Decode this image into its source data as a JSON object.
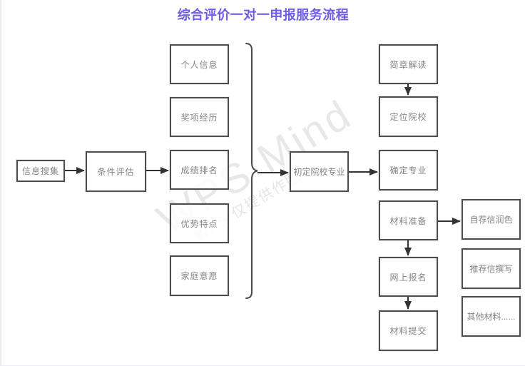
{
  "title": "综合评价一对一申报服务流程",
  "watermark": {
    "main": "WPS Mind",
    "sub": "WPS 仅提供作图"
  },
  "colors": {
    "title": "#6c5ce7",
    "box_border": "#4d4d4d",
    "box_text": "#848484",
    "connector": "#333333",
    "watermark": "#e7e7ec"
  },
  "nodes": {
    "info_collect": "信息搜集",
    "condition_eval": "条件评估",
    "personal_info": "个人信息",
    "awards": "奖项经历",
    "grades": "成绩排名",
    "strengths": "优势特点",
    "family_wish": "家庭意愿",
    "preliminary": "初定院校专业",
    "brochure": "简章解读",
    "locate_school": "定位院校",
    "confirm_major": "确定专业",
    "material_prep": "材料准备",
    "online_reg": "网上报名",
    "material_submit": "材料提交",
    "self_letter": "自荐信润色",
    "rec_letter": "推荐信撰写",
    "other_materials": "其他材料......"
  }
}
